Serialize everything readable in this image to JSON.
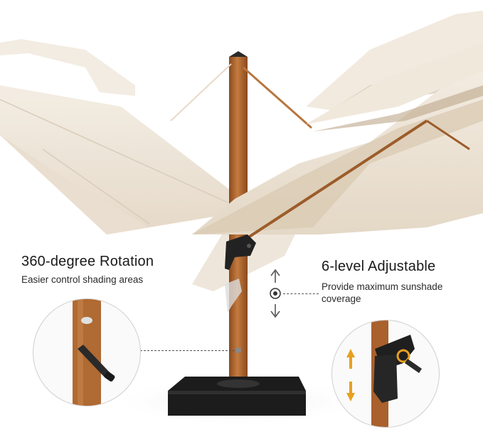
{
  "features": {
    "rotation": {
      "title": "360-degree Rotation",
      "subtitle": "Easier control shading areas"
    },
    "adjustable": {
      "title": "6-level Adjustable",
      "subtitle": "Provide maximum sunshade coverage"
    }
  },
  "colors": {
    "canopy": "#efe6da",
    "canopy_shadow": "#dccfbd",
    "canopy_under": "#e2d5c3",
    "pole_wood": "#b56a32",
    "pole_dark": "#8a4a1e",
    "base": "#1c1c1c",
    "accent_arrow": "#e8a020"
  },
  "icons": {
    "up_arrow": "arrow-up-icon",
    "down_arrow": "arrow-down-icon",
    "target": "target-dot-icon",
    "crank": "crank-handle-icon",
    "tilt_arrows": "tilt-arrows-icon"
  }
}
